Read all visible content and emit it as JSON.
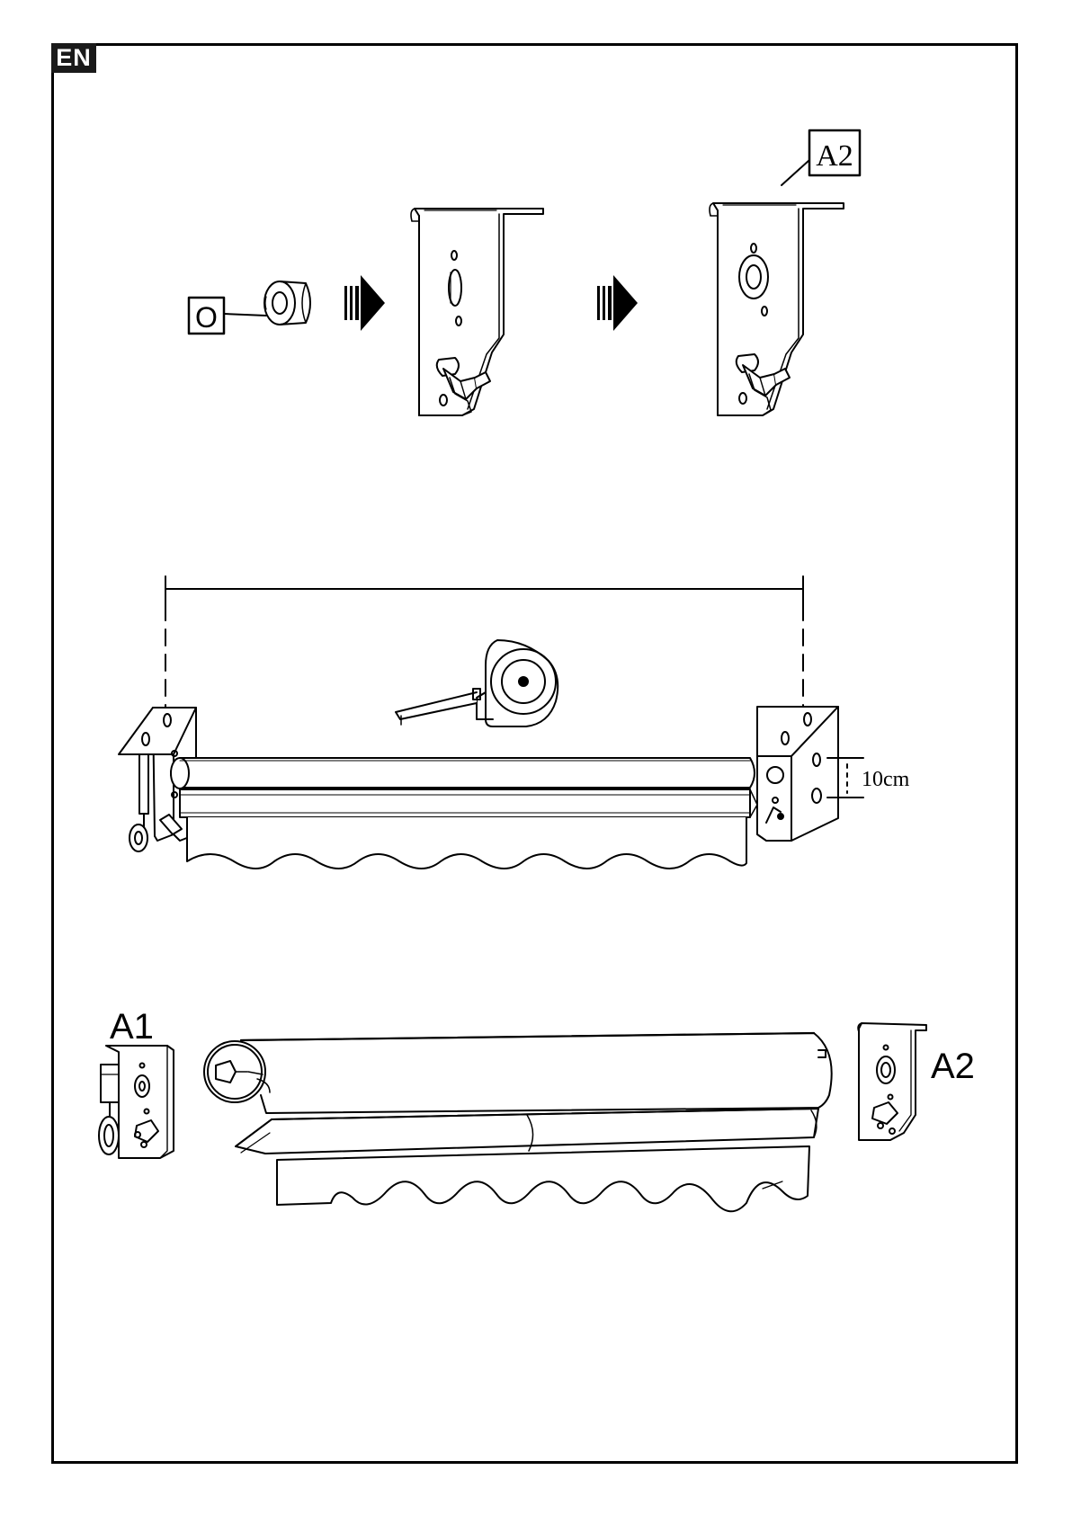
{
  "header": {
    "language_badge": "EN"
  },
  "step1": {
    "part_label": "O",
    "bracket_label": "A2"
  },
  "step2": {
    "distance_label": "10cm"
  },
  "step3": {
    "left_bracket_label": "A1",
    "right_bracket_label": "A2"
  }
}
